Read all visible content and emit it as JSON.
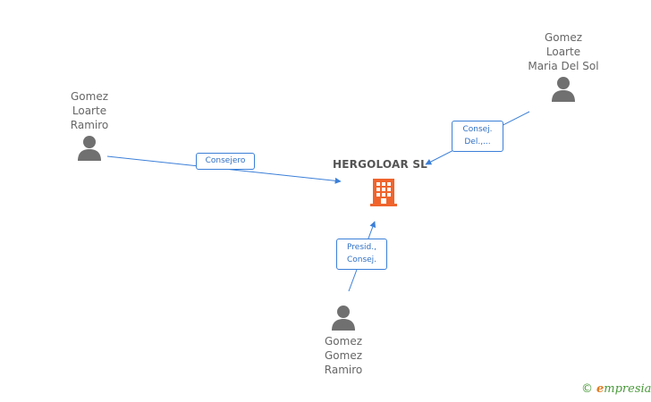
{
  "company": {
    "name": "HERGOLOAR SL",
    "icon": "building-icon",
    "color": "#f0642c"
  },
  "people": [
    {
      "id": "ramiro-loarte",
      "name": "Gomez\nLoarte\nRamiro",
      "icon": "person-icon"
    },
    {
      "id": "maria-del-sol",
      "name": "Gomez\nLoarte\nMaria Del Sol",
      "icon": "person-icon"
    },
    {
      "id": "ramiro-gomez",
      "name": "Gomez\nGomez\nRamiro",
      "icon": "person-icon"
    }
  ],
  "relations": [
    {
      "from": "ramiro-loarte",
      "lines": [
        "Consejero"
      ]
    },
    {
      "from": "maria-del-sol",
      "lines": [
        "Consej.",
        "Del.,..."
      ]
    },
    {
      "from": "ramiro-gomez",
      "lines": [
        "Presid.,",
        "Consej."
      ]
    }
  ],
  "colors": {
    "edge": "#3b7fd8",
    "person": "#707070"
  },
  "brand": {
    "copyright": "©",
    "initial": "e",
    "rest": "mpresia"
  }
}
